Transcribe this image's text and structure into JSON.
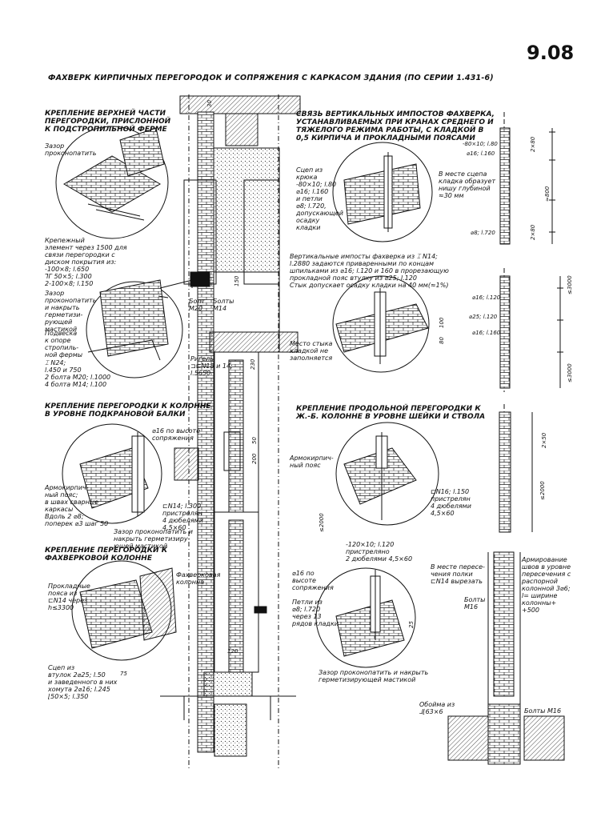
{
  "sheet_number": "9.08",
  "title": "ФАХВЕРК КИРПИЧНЫХ ПЕРЕГОРОДОК И СОПРЯЖЕНИЯ С КАРКАСОМ ЗДАНИЯ (ПО СЕРИИ 1.431-6)",
  "sections": {
    "s1": "КРЕПЛЕНИЕ ВЕРХНЕЙ ЧАСТИ\nПЕРЕГОРОДКИ, ПРИСЛОННОЙ\nК ПОДСТРОПИЛЬНОЙ ФЕРМЕ",
    "s2": "СВЯЗЬ ВЕРТИКАЛЬНЫХ ИМПОСТОВ ФАХВЕРКА,\nУСТАНАВЛИВАЕМЫХ ПРИ КРАНАХ СРЕДНЕГО И\nТЯЖЕЛОГО РЕЖИМА РАБОТЫ, С КЛАДКОЙ В\n0,5 КИРПИЧА И ПРОКЛАДНЫМИ ПОЯСАМИ",
    "s3": "КРЕПЛЕНИЕ ПЕРЕГОРОДКИ К КОЛОННЕ\nВ УРОВНЕ ПОДКРАНОВОЙ БАЛКИ",
    "s4": "КРЕПЛЕНИЕ ПРОДОЛЬНОЙ ПЕРЕГОРОДКИ К\nЖ.-Б. КОЛОННЕ В УРОВНЕ ШЕЙКИ И СТВОЛА",
    "s5": "КРЕПЛЕНИЕ ПЕРЕГОРОДКИ К\nФАХВЕРКОВОЙ КОЛОННЕ"
  },
  "notes": {
    "zazor1": "Зазор\nпроконопатить",
    "krep": "Крепежный\nэлемент через 1500 для\nсвязи перегородки с\nдиском покрытия из:\n-100×8; l.650\n⅂Г 50×5; l.300\n2-100×8; l.150",
    "zazor2": "Зазор\nпроконопатить\nи накрыть\nгерметизи-\nрующей\nмастикой",
    "podves": "Подвеска\nк опоре\nстропиль-\nной фермы",
    "n24": "⌶ N24;\nl.450 и 750\n2 болта М20; l.1000\n4 болта М14; l.100",
    "bolt": "Болт\nМ20",
    "bolty": "Болты\nМ14",
    "rigel": "Ригель\n⊐⊏N18 и 14;\nl.5650",
    "sciep": "Сцеп из\nкрюка\n-80×10; l.80\n⌀16; l.160\nи петли\n⌀8; l.720,\nдопускающей\nосадку\nкладки",
    "v_meste": "В месте сцепа\nкладка образует\nнишу глубиной\n≈30 мм",
    "vert_imp": "Вертикальные импосты фахверка из ⌶ N14;\nl.2880 задаются приваренными по концам\nшпильками из ⌀16; l.120 и 160 в прорезающую\nпрокладной пояс втулку из ⌀25; l.120\n      Стык допускает осадку кладки на 40 мм(≈1%)",
    "mesto": "Место стыка\nкладкой не\nзаполняется",
    "f16": "⌀16 по высоте\nсопряжения",
    "armo1": "Армокирпич-\nный пояс",
    "armokirp": "Армокирпич-\nный пояс;\nв швах сварные\nкаркасы\nВдоль 2 ⌀8;\nпоперек ⌀3 шаг 50",
    "c14": "⊏N14; l.300\nпристрелян\n4 дюбелями\n4,5×60",
    "zazor3": "Зазор проконопатить и\nнакрыть герметизиру-\nющей мастикой",
    "c16": "⊏N16; l.150\nпристрелян\n4 дюбелями\n4,5×60",
    "prokl": "Прокладные\nпояса из\n⊏N14 через\nh≤3300",
    "fach_col": "Фахверковая\nколонна",
    "sciep2": "Сцеп из\nвтулок 2⌀25; l.50\nи заведенного в них\nхомута 2⌀16; l.245\n      ⌊50×5; l.350",
    "f16b": "⌀16 по\nвысоте\nсопряжения",
    "petli": "Петли из\n⌀8; l.720\nчерез 13\nрядов кладки",
    "plate120": "-120×10; l.120\nпристреляно\n2 дюбелями 4,5×60",
    "zazor4": "Зазор проконопатить и накрыть\nгерметизирующей мастикой",
    "v_meste2": "В месте пересе-\nчения полки\n⊏N14 вырезать",
    "bolty16": "Болты\nМ16",
    "armir": "Армирование\nшвов в уровне\nпересечения с\nраспорной\nколонной 3⌀6;\nl= ширине\nколонны+\n+500",
    "oboima": "Обойма из\n⅃⌊63×6",
    "bolty16b": "Болты М16"
  },
  "dims": {
    "d1": "-80×10; l.80",
    "d2": "⌀16; l.160",
    "d3": "⌀8; l.720",
    "d4": "2×80",
    "d5": "≈800",
    "d6": "2×80",
    "e1": "⌀16; l.120",
    "e2": "⌀25; l.120",
    "e3": "⌀16; l.160",
    "e4": "≤3000",
    "e5": "≤3000",
    "c1": "≤2000",
    "c2": "≤2000",
    "c3": "2×50",
    "v30": "30",
    "v150": "150",
    "v230": "230",
    "v50": "50",
    "v200": "200",
    "v120": "120",
    "v100": "100",
    "v80": "80",
    "v25": "25",
    "v75": "75"
  }
}
